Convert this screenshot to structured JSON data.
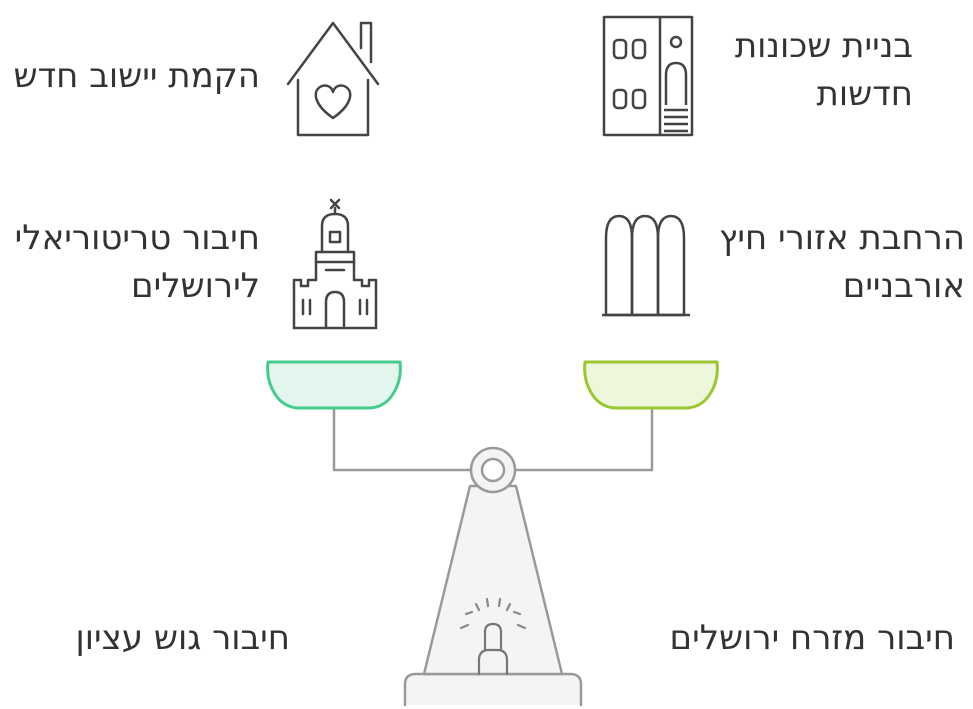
{
  "left_items": [
    {
      "lines": [
        "הקמת יישוב חדש"
      ],
      "icon": "house-heart-icon"
    },
    {
      "lines": [
        "חיבור טריטוריאלי",
        "לירושלים"
      ],
      "icon": "jerusalem-building-icon"
    }
  ],
  "right_items": [
    {
      "lines": [
        "בניית שכונות",
        "חדשות"
      ],
      "icon": "apartment-building-icon"
    },
    {
      "lines": [
        "הרחבת אזורי חיץ",
        "אורבניים"
      ],
      "icon": "arches-icon"
    }
  ],
  "bottom_left": "חיבור גוש עציון",
  "bottom_right": "חיבור מזרח ירושלים",
  "colors": {
    "left_pan_fill": "#e3f6ee",
    "left_pan_stroke": "#45cc8d",
    "right_pan_fill": "#eef7dc",
    "right_pan_stroke": "#9ac72f",
    "scale_stroke": "#9a9a9a",
    "icon_stroke": "#444444"
  }
}
